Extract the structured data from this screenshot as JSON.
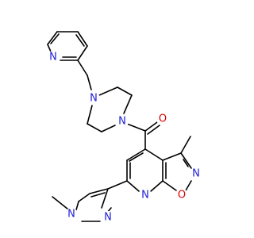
{
  "structure": {
    "background": "#ffffff",
    "bond_color": "#000000",
    "atoms": {
      "n_pyridine": {
        "text": "N",
        "color": "#1f1fd6"
      },
      "n_pip_top": {
        "text": "N",
        "color": "#1f1fd6"
      },
      "n_pip_amide": {
        "text": "N",
        "color": "#1f1fd6"
      },
      "o_carbonyl": {
        "text": "O",
        "color": "#d60000"
      },
      "n_isox": {
        "text": "N",
        "color": "#1f1fd6"
      },
      "o_isox": {
        "text": "O",
        "color": "#d60000"
      },
      "n_pyridine_fused": {
        "text": "N",
        "color": "#1f1fd6"
      },
      "n_pyrazole_1": {
        "text": "N",
        "color": "#1f1fd6"
      },
      "n_pyrazole_2": {
        "text": "N",
        "color": "#1f1fd6"
      }
    }
  }
}
